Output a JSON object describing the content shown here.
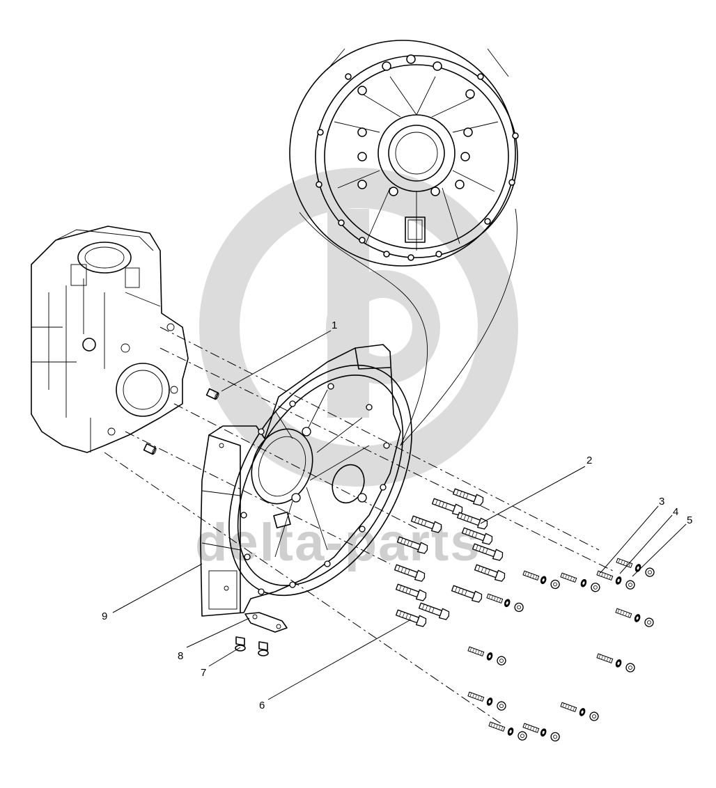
{
  "watermark": {
    "text": "delta-parts",
    "color": "#d3d3d3"
  },
  "callouts": [
    {
      "id": "1",
      "label": "1"
    },
    {
      "id": "2",
      "label": "2"
    },
    {
      "id": "3",
      "label": "3"
    },
    {
      "id": "4",
      "label": "4"
    },
    {
      "id": "5",
      "label": "5"
    },
    {
      "id": "6",
      "label": "6"
    },
    {
      "id": "7",
      "label": "7"
    },
    {
      "id": "8",
      "label": "8"
    },
    {
      "id": "9",
      "label": "9"
    }
  ],
  "colors": {
    "line": "#000000",
    "background": "#ffffff"
  }
}
